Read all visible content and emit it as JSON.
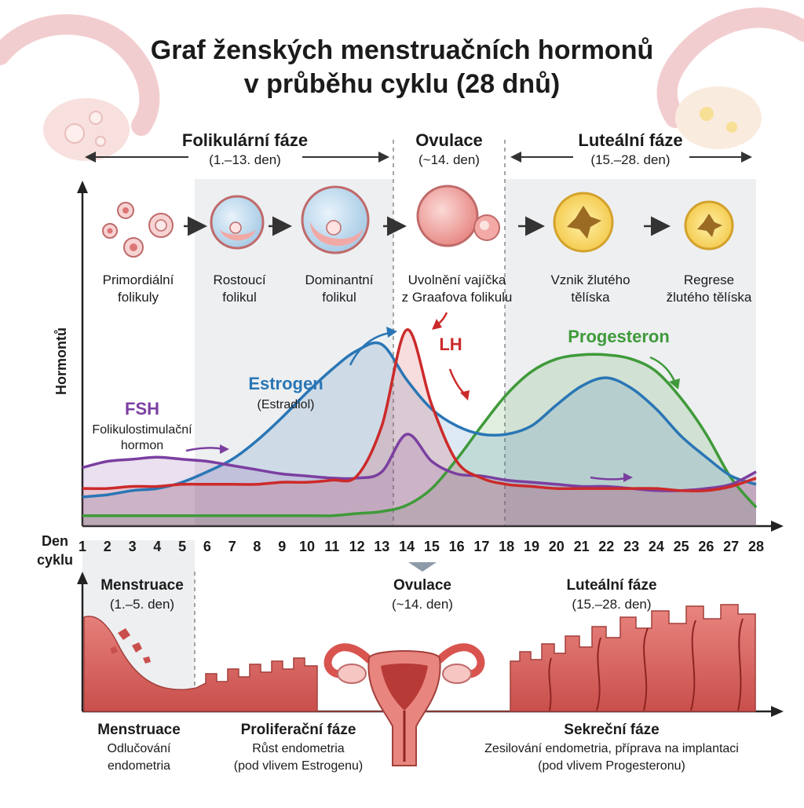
{
  "title": {
    "line1": "Graf ženských menstruačních hormonů",
    "line2": "v průběhu cyklu (28 dnů)"
  },
  "phases": [
    {
      "name": "Folikulární fáze",
      "range": "(1.–13. den)"
    },
    {
      "name": "Ovulace",
      "range": "(~14. den)"
    },
    {
      "name": "Luteální fáze",
      "range": "(15.–28. den)"
    }
  ],
  "stages": [
    {
      "line1": "Primordiální",
      "line2": "folikuly"
    },
    {
      "line1": "Rostoucí",
      "line2": "folikul"
    },
    {
      "line1": "Dominantní",
      "line2": "folikul"
    },
    {
      "line1": "Uvolnění vajíčka",
      "line2": "z Graafova folikulu"
    },
    {
      "line1": "Vznik žlutého",
      "line2": "tělíska"
    },
    {
      "line1": "Regrese",
      "line2": "žlutého tělíska"
    }
  ],
  "axis": {
    "ylabel": "Hormontů",
    "xlabel_line1": "Den",
    "xlabel_line2": "cyklu"
  },
  "hormones": {
    "fsh": {
      "name": "FSH",
      "sub1": "Folikulostimulační",
      "sub2": "hormon",
      "color": "#7b3fa0"
    },
    "estrogen": {
      "name": "Estrogen",
      "sub": "(Estradiol)",
      "color": "#2a76b5"
    },
    "lh": {
      "name": "LH",
      "color": "#cc2a2a"
    },
    "progesteron": {
      "name": "Progesteron",
      "color": "#3f9a3a"
    }
  },
  "chart_data": {
    "type": "line",
    "x": [
      1,
      2,
      3,
      4,
      5,
      6,
      7,
      8,
      9,
      10,
      11,
      12,
      13,
      14,
      15,
      16,
      17,
      18,
      19,
      20,
      21,
      22,
      23,
      24,
      25,
      26,
      27,
      28
    ],
    "xlabel": "Den cyklu",
    "ylabel": "Hormontů",
    "series": [
      {
        "name": "FSH",
        "values": [
          28,
          31,
          32,
          33,
          32,
          31,
          29,
          27,
          25,
          24,
          23,
          23,
          26,
          44,
          31,
          25,
          24,
          22,
          21,
          20,
          19,
          19,
          18,
          17,
          17,
          18,
          20,
          26
        ]
      },
      {
        "name": "Estrogen",
        "values": [
          14,
          15,
          17,
          18,
          21,
          26,
          32,
          41,
          52,
          64,
          75,
          84,
          87,
          70,
          56,
          48,
          44,
          44,
          48,
          58,
          67,
          71,
          66,
          56,
          43,
          33,
          24,
          20
        ]
      },
      {
        "name": "LH",
        "values": [
          18,
          18,
          19,
          19,
          20,
          20,
          20,
          20,
          21,
          21,
          22,
          24,
          48,
          94,
          58,
          31,
          23,
          20,
          19,
          18,
          18,
          18,
          18,
          18,
          17,
          17,
          19,
          23
        ]
      },
      {
        "name": "Progesteron",
        "values": [
          5,
          5,
          5,
          5,
          5,
          5,
          5,
          5,
          5,
          5,
          5,
          6,
          7,
          10,
          18,
          32,
          48,
          63,
          74,
          80,
          82,
          82,
          80,
          74,
          61,
          44,
          23,
          9
        ]
      }
    ],
    "ylim": [
      0,
      100
    ],
    "xlim": [
      1,
      28
    ],
    "grid": false,
    "legend": "inline labels"
  },
  "endometrium": {
    "menstruace": {
      "name": "Menstruace",
      "range": "(1.–5. den)"
    },
    "ovulace": {
      "name": "Ovulace",
      "range": "(~14. den)"
    },
    "lutealni": {
      "name": "Luteální fáze",
      "range": "(15.–28. den)"
    }
  },
  "footer": [
    {
      "title": "Menstruace",
      "line1": "Odlučování",
      "line2": "endometria"
    },
    {
      "title": "Proliferační fáze",
      "line1": "Růst endometria",
      "line2": "(pod vlivem Estrogenu)"
    },
    {
      "title": "Sekreční fáze",
      "line1": "Zesilování endometria, příprava na implantaci",
      "line2": "(pod vlivem Progesteronu)"
    }
  ]
}
